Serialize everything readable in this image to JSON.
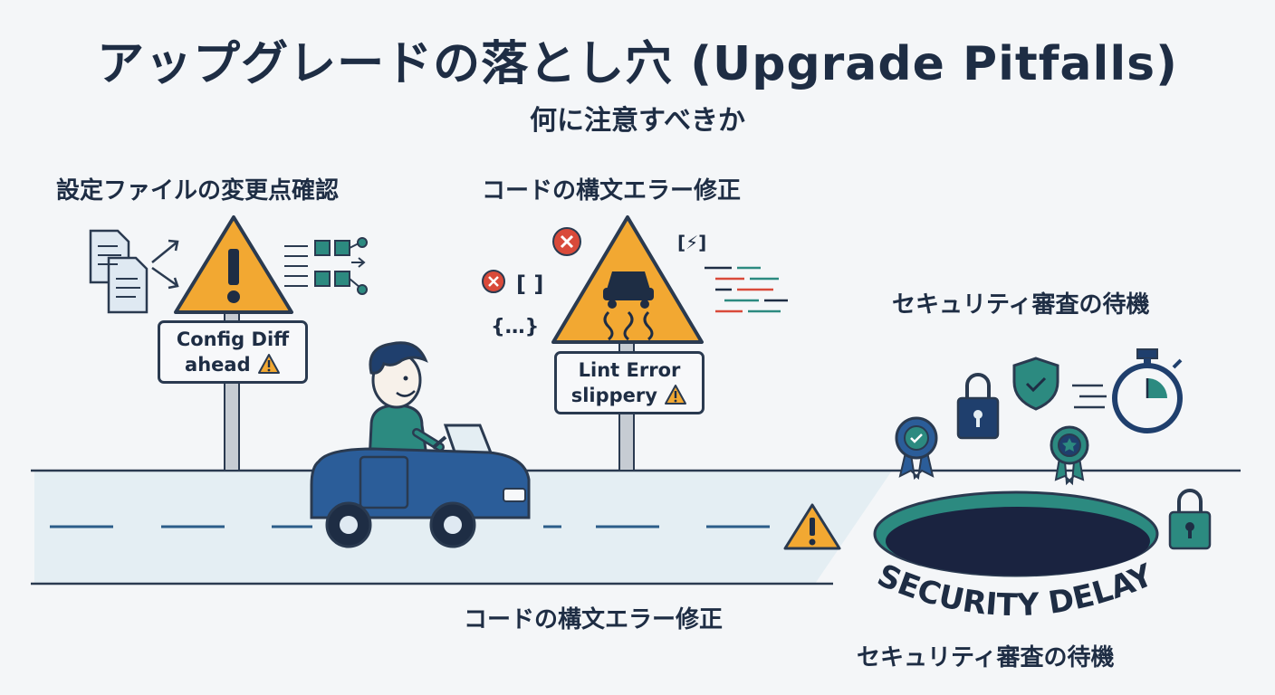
{
  "title": "アップグレードの落とし穴 (Upgrade Pitfalls)",
  "subtitle": "何に注意すべきか",
  "sections": {
    "config": {
      "heading": "設定ファイルの変更点確認",
      "sign_line1": "Config Diff",
      "sign_line2": "ahead"
    },
    "lint": {
      "heading": "コードの構文エラー修正",
      "sign_line1": "Lint Error",
      "sign_line2": "slippery",
      "code_symbols": [
        "[ ]",
        "{…}",
        "[⚡]"
      ]
    },
    "security": {
      "heading": "セキュリティ審査の待機",
      "pothole_text": "SECURITY DELAY",
      "caption": "セキュリティ審査の待機"
    }
  },
  "road_caption": "コードの構文エラー修正",
  "colors": {
    "warning_yellow": "#f2a832",
    "navy": "#1f3f6d",
    "teal": "#2c8a80",
    "error_red": "#d94a3a",
    "road": "#e4eef3"
  }
}
